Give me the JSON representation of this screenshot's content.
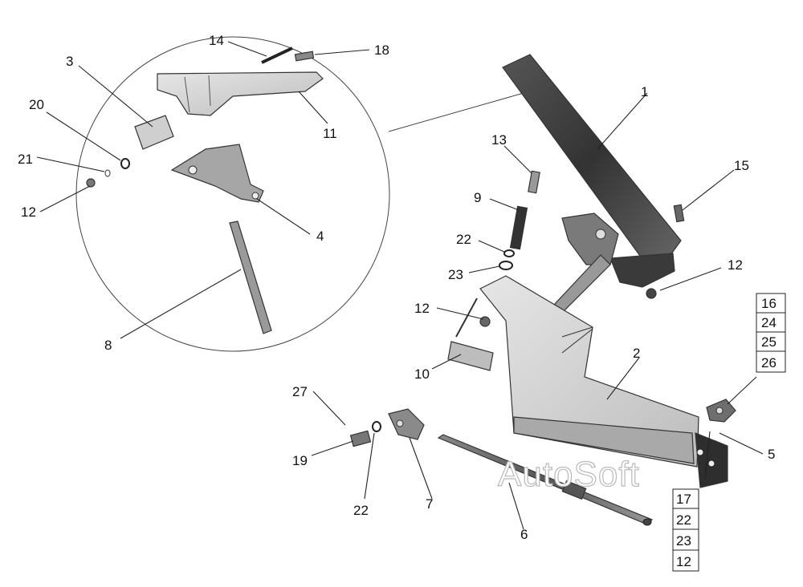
{
  "callouts": {
    "c1": "1",
    "c2": "2",
    "c3": "3",
    "c4": "4",
    "c5": "5",
    "c6": "6",
    "c7": "7",
    "c8": "8",
    "c9": "9",
    "c10": "10",
    "c11": "11",
    "c12a": "12",
    "c12b": "12",
    "c12c": "12",
    "c13": "13",
    "c14": "14",
    "c15": "15",
    "c18": "18",
    "c19": "19",
    "c20": "20",
    "c21": "21",
    "c22a": "22",
    "c22b": "22",
    "c23": "23",
    "c27": "27"
  },
  "stack_top": [
    "16",
    "24",
    "25",
    "26"
  ],
  "stack_bottom": [
    "17",
    "22",
    "23",
    "12"
  ],
  "watermark": "AutoSoft"
}
